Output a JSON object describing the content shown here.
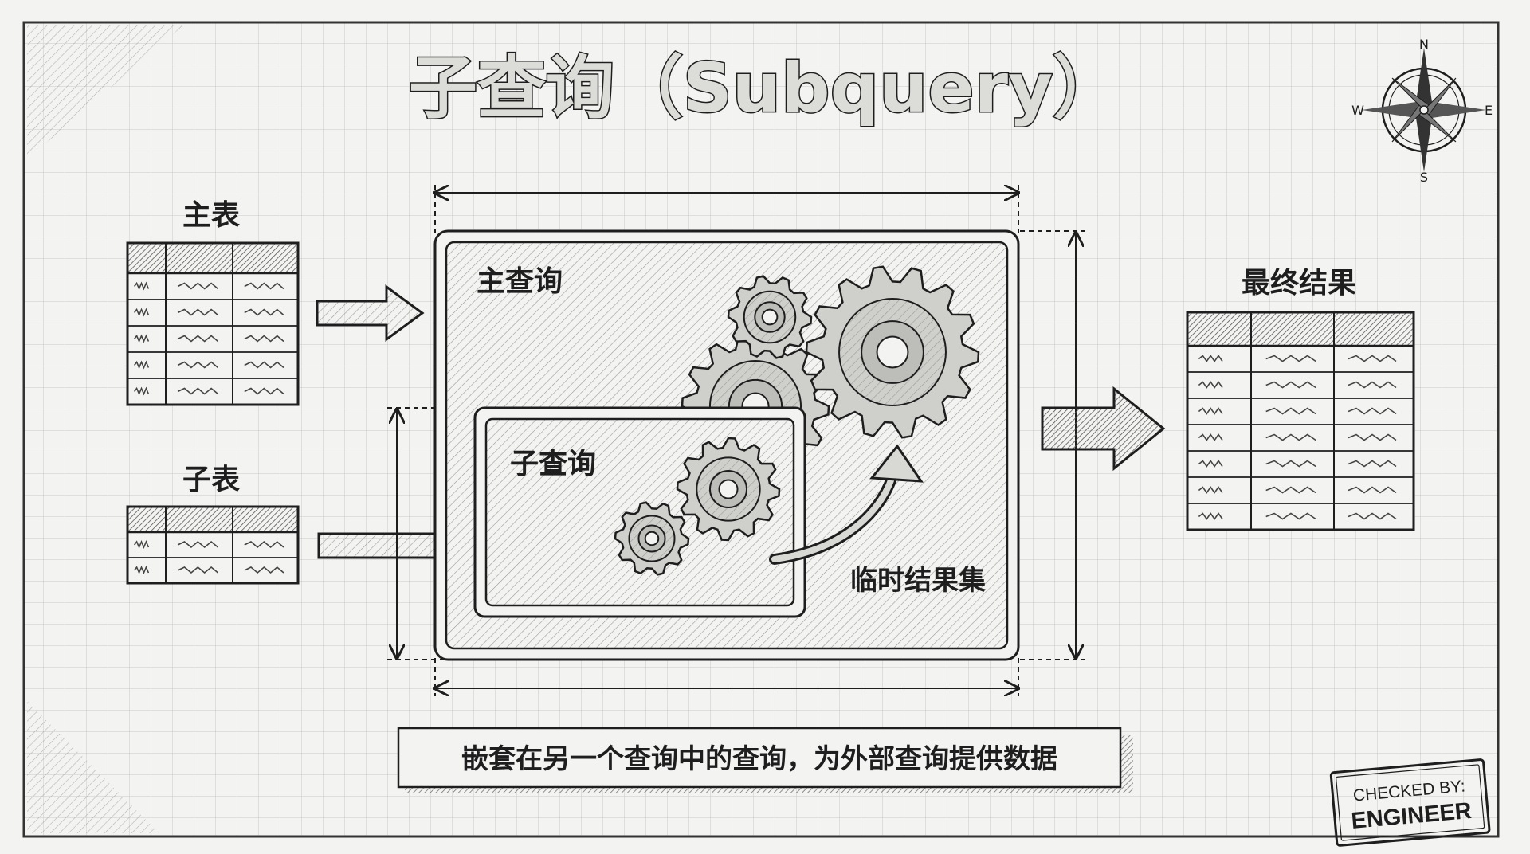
{
  "title": "子查询（Subquery）",
  "main_table": {
    "label": "主表",
    "columns": 3,
    "rows": 5
  },
  "sub_table": {
    "label": "子表",
    "columns": 3,
    "rows": 2
  },
  "outer_box": {
    "label": "主查询"
  },
  "inner_box": {
    "label": "子查询"
  },
  "temp_result_label": "临时结果集",
  "result_table": {
    "label": "最终结果",
    "columns": 3,
    "rows": 7
  },
  "caption": "嵌套在另一个查询中的查询，为外部查询提供数据",
  "compass": {
    "n": "N",
    "s": "S",
    "e": "E",
    "w": "W"
  },
  "stamp": {
    "line1": "CHECKED BY:",
    "line2": "ENGINEER"
  },
  "colors": {
    "ink": "#1e1e1e",
    "paper": "#f3f3f1",
    "grid": "#c9c9c6",
    "shade": "#8a8a8a"
  }
}
